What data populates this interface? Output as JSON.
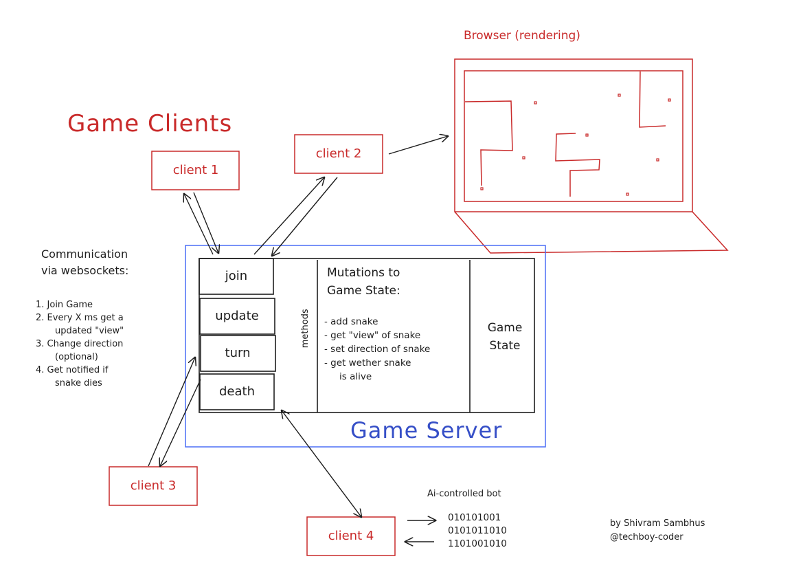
{
  "titles": {
    "game_clients": "Game Clients",
    "browser": "Browser (rendering)",
    "game_server": "Game Server"
  },
  "clients": [
    {
      "label": "client 1"
    },
    {
      "label": "client 2"
    },
    {
      "label": "client 3"
    },
    {
      "label": "client 4"
    }
  ],
  "communication": {
    "heading_line1": "Communication",
    "heading_line2": "via websockets:",
    "steps": [
      "1. Join Game",
      "2. Every X ms get a",
      "updated \"view\"",
      "3. Change direction",
      "(optional)",
      "4. Get notified if",
      "snake dies"
    ]
  },
  "server": {
    "methods_label": "methods",
    "methods": [
      "join",
      "update",
      "turn",
      "death"
    ],
    "mutations_title_line1": "Mutations to",
    "mutations_title_line2": "Game State:",
    "mutations": [
      "- add snake",
      "- get \"view\" of snake",
      "- set direction of snake",
      "- get wether snake",
      "is alive"
    ],
    "state_line1": "Game",
    "state_line2": "State"
  },
  "bot": {
    "title": "Ai-controlled bot",
    "bits": [
      "010101001",
      "0101011010",
      "1101001010"
    ]
  },
  "author": {
    "name": "by Shivram Sambhus",
    "handle": "@techboy-coder"
  },
  "colors": {
    "client": "#c92a2a",
    "server": "#364fc7",
    "ink": "#1e1e1e"
  }
}
